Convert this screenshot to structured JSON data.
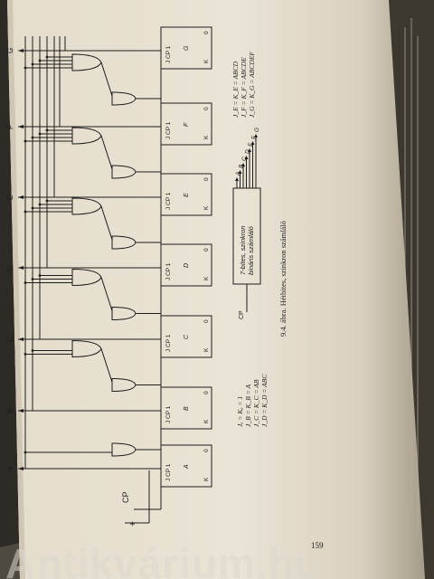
{
  "page": {
    "page_number": "159",
    "watermark": "Antikvárium.hu"
  },
  "figure": {
    "caption": "9.4. ábra. Hétbites, szinkron számláló",
    "outputs": [
      "A",
      "B",
      "C",
      "D",
      "E",
      "F",
      "G"
    ],
    "flipflop_pins": {
      "j": "J",
      "cp": "CP",
      "k": "K",
      "one": "1",
      "zero": "0"
    },
    "inputs": {
      "clock": "CP",
      "plus": "+"
    },
    "block": {
      "line1": "7-bites, szinkron",
      "line2": "bináris számláló",
      "input": "CP",
      "outputs": [
        "A",
        "B",
        "C",
        "D",
        "E",
        "F",
        "G"
      ]
    },
    "equations_left": [
      "Jₐ = Kₐ = 1",
      "J_B = K_B = A",
      "J_C = K_C = AB",
      "J_D = K_D = ABC"
    ],
    "equations_right": [
      "J_E = K_E = ABCD",
      "J_F = K_F = ABCDE",
      "J_G = K_G = ABCDEF"
    ]
  }
}
